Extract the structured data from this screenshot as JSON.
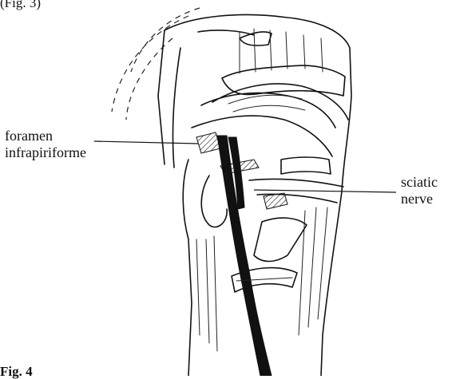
{
  "top_caption": "(Fig. 3)",
  "labels": {
    "foramen": "foramen\ninfrapiriforme",
    "sciatic": "sciatic\nnerve"
  },
  "figure_caption": "Fig. 4"
}
